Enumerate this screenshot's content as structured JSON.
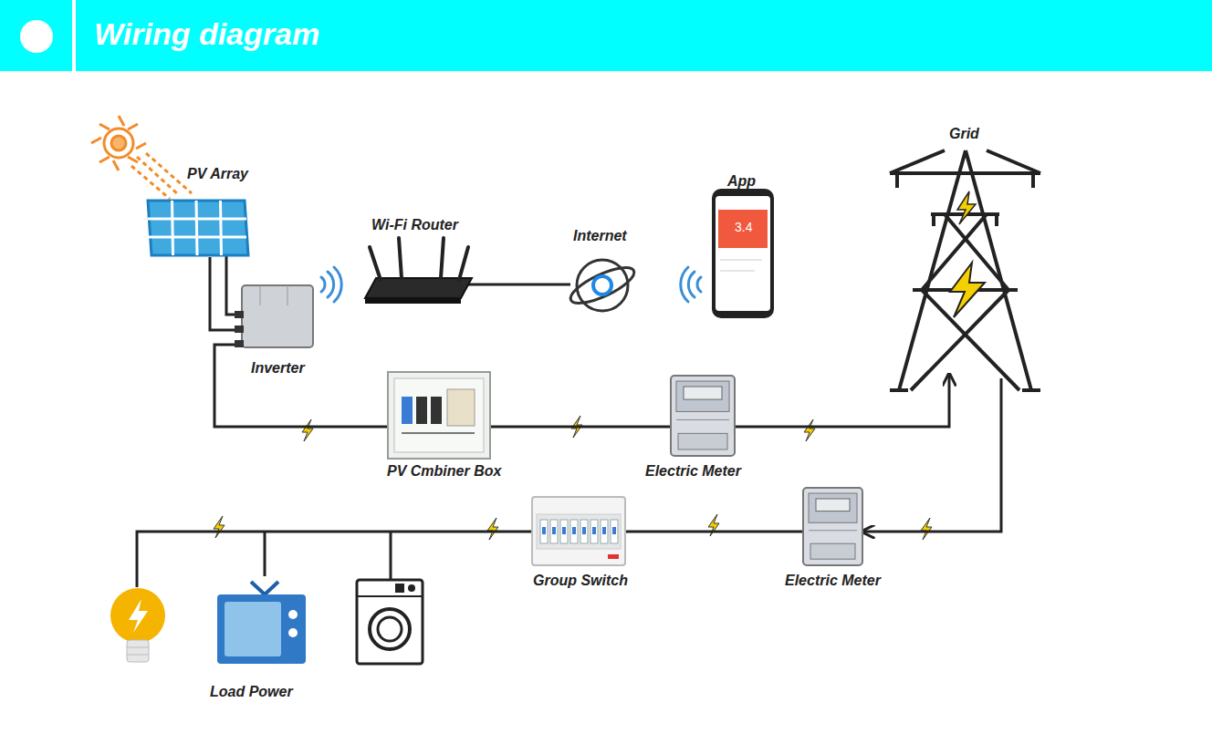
{
  "diagram": {
    "title": "Wiring diagram",
    "nodes": [
      {
        "text": [
          "PV Array"
        ]
      },
      {
        "text": [
          "Inverter"
        ]
      },
      {
        "text": [
          "Wi-Fi Router"
        ]
      },
      {
        "text": [
          "Internet"
        ]
      },
      {
        "text": [
          "App"
        ]
      },
      {
        "text": [
          "Grid"
        ]
      },
      {
        "text": [
          "PV Cmbiner Box"
        ]
      },
      {
        "text": [
          "Electric Meter"
        ]
      },
      {
        "text": [
          "Group Switch"
        ]
      },
      {
        "text": [
          "Electric Meter"
        ]
      },
      {
        "text": [
          "Load Power"
        ]
      }
    ],
    "edges": [
      {
        "from": 0,
        "to": 1,
        "arrow": "none"
      },
      {
        "from": 2,
        "to": 3,
        "arrow": "none"
      },
      {
        "from": 1,
        "to": 6,
        "arrow": "none"
      },
      {
        "from": 6,
        "to": 7,
        "arrow": "none"
      },
      {
        "from": 7,
        "to": 5,
        "arrow": "to"
      },
      {
        "from": 5,
        "to": 9,
        "arrow": "to"
      },
      {
        "from": 9,
        "to": 8,
        "arrow": "none"
      },
      {
        "from": 8,
        "to": 10,
        "arrow": "none"
      }
    ],
    "labels": [
      "3.4"
    ]
  }
}
